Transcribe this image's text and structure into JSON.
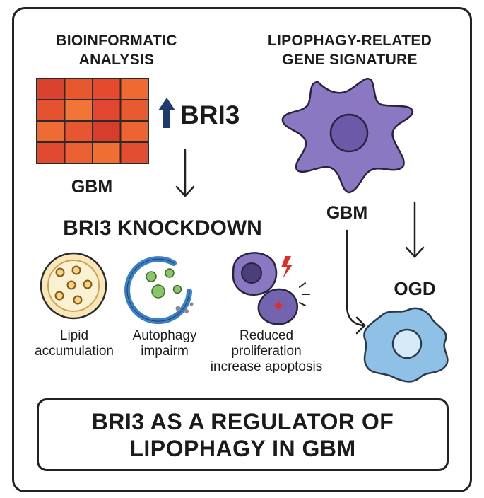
{
  "left": {
    "title_line1": "BIOINFORMATIC",
    "title_line2": "ANALYSIS",
    "heatmap_label": "GBM",
    "gene": "BRI3",
    "heatmap_colors": [
      [
        "#d9422e",
        "#e8582e",
        "#e34a2e",
        "#ee6a32"
      ],
      [
        "#e55230",
        "#f07536",
        "#e04630",
        "#e85a30"
      ],
      [
        "#ee6c34",
        "#e65630",
        "#d63d2c",
        "#ec6432"
      ],
      [
        "#e04a30",
        "#ea6032",
        "#ee6e34",
        "#e24e30"
      ]
    ]
  },
  "right": {
    "title_line1": "LIPOPHAGY-RELATED",
    "title_line2": "GENE SIGNATURE",
    "cell_label": "GBM",
    "ogd_label": "OGD"
  },
  "knockdown": {
    "title": "BRI3 KNOCKDOWN",
    "effects": [
      {
        "line1": "Lipid",
        "line2": "accumulation"
      },
      {
        "line1": "Autophagy",
        "line2": "impairm"
      },
      {
        "line1": "Reduced",
        "line2": "proliferation",
        "line3": "increase apoptosis"
      }
    ]
  },
  "footer": {
    "line1": "BRI3 AS A REGULATOR OF",
    "line2": "LIPOPHAGY IN GBM"
  },
  "colors": {
    "heatmap_border": "#2b2b2b",
    "up_arrow": "#1f3a6b",
    "gbm_cell": "#8a79c2",
    "ogd_cell": "#8fc1e6",
    "lipid_fill": "#faf0d2",
    "autophagy_ring": "#3b7fc4",
    "vesicle_green": "#8cc46a",
    "apoptotic_purple": "#7464b0",
    "lightning_red": "#d9302a"
  }
}
